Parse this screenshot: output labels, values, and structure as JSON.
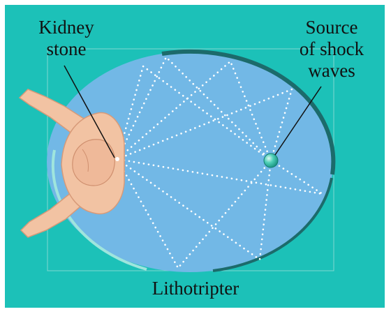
{
  "labels": {
    "kidney_stone": [
      "Kidney",
      "stone"
    ],
    "shock_source": [
      "Source",
      "of shock",
      "waves"
    ],
    "device": "Lithotripter"
  },
  "colors": {
    "background": "#1cc1b8",
    "chamber": "#72b8e6",
    "rim_dark": "#1c6b6b",
    "rim_light": "#9fe5dd",
    "skin": "#f2c3a3",
    "wave_dots": "#ffffff",
    "source_sphere": "#3fc2aa"
  },
  "icons": [
    "human-figure-icon",
    "shock-source-sphere-icon"
  ]
}
